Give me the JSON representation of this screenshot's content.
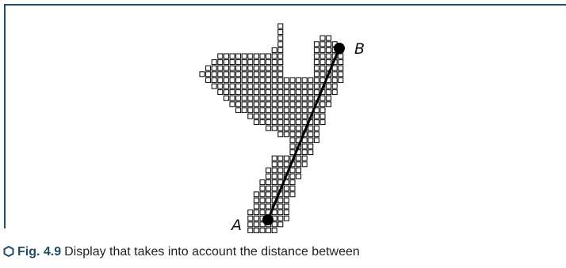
{
  "figure": {
    "caption_number": "Fig. 4.9",
    "caption_text": "Display that takes into account the distance between",
    "point_a_label": "A",
    "point_b_label": "B"
  },
  "colors": {
    "frame": "#1f4e66",
    "caption_number": "#1f4e66",
    "cells_stroke": "#000000",
    "line": "#000000"
  }
}
